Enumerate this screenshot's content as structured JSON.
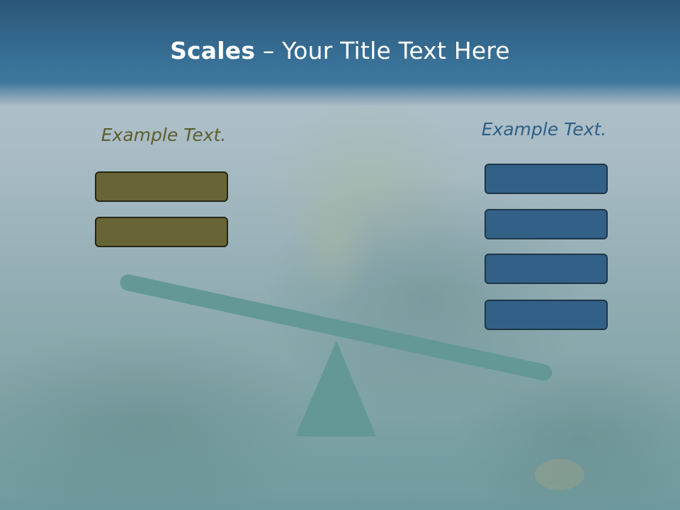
{
  "slide": {
    "title_bold": "Scales",
    "title_rest": " – Your Title Text Here",
    "left_caption": "Example Text.",
    "right_caption": "Example Text.",
    "left_boxes": 2,
    "right_boxes": 4
  },
  "colors": {
    "title_band": "#386f96",
    "left_box_fill": "#676535",
    "right_box_fill": "#336086",
    "beam": "#639896",
    "fulcrum": "#639896",
    "left_caption": "#5c5e2d",
    "right_caption": "#2e5f86"
  }
}
